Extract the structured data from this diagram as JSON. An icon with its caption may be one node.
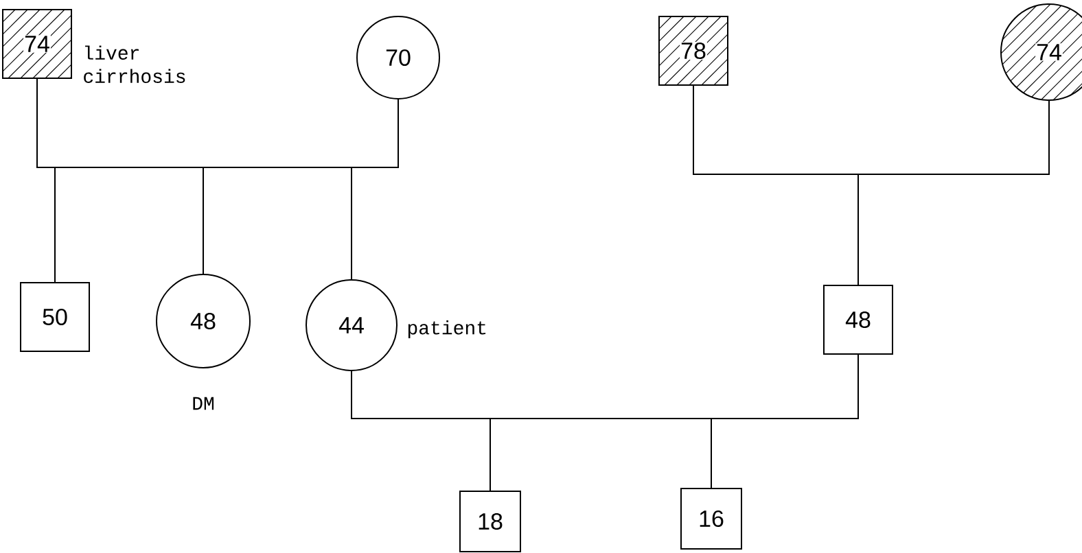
{
  "diagram": {
    "nodes": [
      {
        "text": [
          "74"
        ],
        "beside": [
          "liver cirrhosis"
        ]
      },
      {
        "text": [
          "70"
        ]
      },
      {
        "text": [
          "78"
        ]
      },
      {
        "text": [
          "74"
        ]
      },
      {
        "text": [
          "50"
        ]
      },
      {
        "text": [
          "48"
        ],
        "beside": [
          "DM"
        ]
      },
      {
        "text": [
          "44"
        ],
        "beside": [
          "patient"
        ]
      },
      {
        "text": [
          "48"
        ]
      },
      {
        "text": [
          "18"
        ]
      },
      {
        "text": [
          "16"
        ]
      }
    ],
    "edges": [
      {
        "from": 0,
        "to": 4,
        "arrow": "none"
      },
      {
        "from": 0,
        "to": 5,
        "arrow": "none"
      },
      {
        "from": 0,
        "to": 6,
        "arrow": "none"
      },
      {
        "from": 1,
        "to": 4,
        "arrow": "none"
      },
      {
        "from": 1,
        "to": 5,
        "arrow": "none"
      },
      {
        "from": 1,
        "to": 6,
        "arrow": "none"
      },
      {
        "from": 2,
        "to": 7,
        "arrow": "none"
      },
      {
        "from": 3,
        "to": 7,
        "arrow": "none"
      },
      {
        "from": 6,
        "to": 8,
        "arrow": "none"
      },
      {
        "from": 6,
        "to": 9,
        "arrow": "none"
      },
      {
        "from": 7,
        "to": 8,
        "arrow": "none"
      },
      {
        "from": 7,
        "to": 9,
        "arrow": "none"
      }
    ]
  }
}
